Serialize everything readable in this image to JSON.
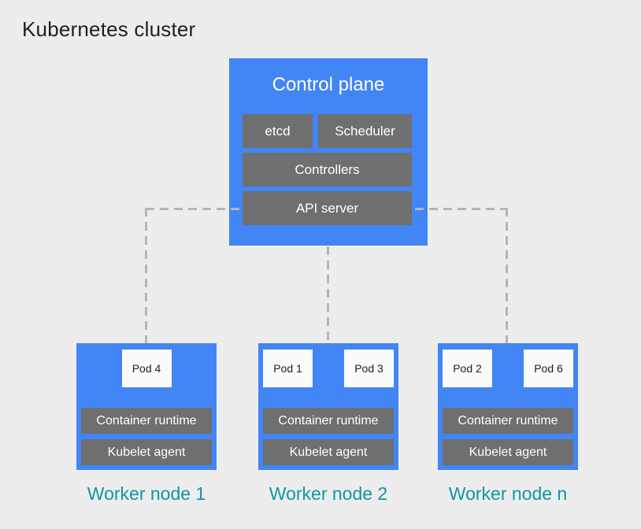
{
  "diagram": {
    "title": "Kubernetes cluster"
  },
  "palette": {
    "background": "#ededed",
    "node_blue": "#4285f4",
    "component_gray": "#6f6f6f",
    "pod_white": "#fafafa",
    "connector_gray": "#b5b5b5",
    "label_teal": "#0e97a4",
    "title_text": "#1f1f1f"
  },
  "control_plane": {
    "title": "Control plane",
    "components": {
      "etcd": "etcd",
      "scheduler": "Scheduler",
      "controllers": "Controllers",
      "api_server": "API server"
    }
  },
  "workers": [
    {
      "label": "Worker node 1",
      "pods": [
        "Pod 4"
      ],
      "runtime": "Container runtime",
      "kubelet": "Kubelet agent"
    },
    {
      "label": "Worker node 2",
      "pods": [
        "Pod 1",
        "Pod 3"
      ],
      "runtime": "Container runtime",
      "kubelet": "Kubelet agent"
    },
    {
      "label": "Worker node n",
      "pods": [
        "Pod 2",
        "Pod 6"
      ],
      "runtime": "Container runtime",
      "kubelet": "Kubelet agent"
    }
  ]
}
